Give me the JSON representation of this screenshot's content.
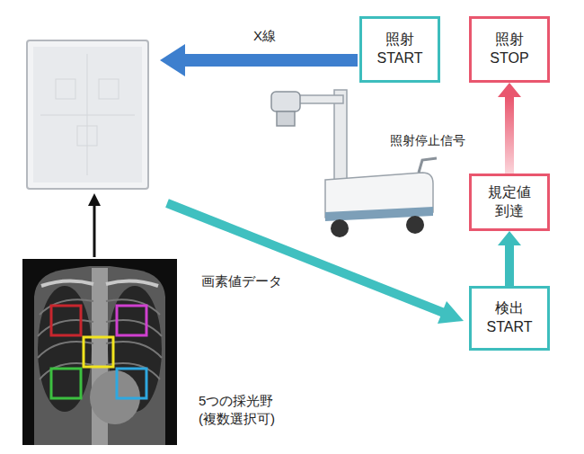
{
  "diagram": {
    "nodes": [
      {
        "text": [
          "照射 START"
        ]
      },
      {
        "text": [
          "照射 STOP"
        ]
      },
      {
        "text": [
          "規定値 到達"
        ]
      },
      {
        "text": [
          "検出 START"
        ]
      }
    ],
    "edges": [
      {
        "from": 3,
        "to": 2,
        "arrow": "to"
      },
      {
        "from": 2,
        "to": 1,
        "label": "照射停止信号",
        "arrow": "to"
      }
    ],
    "labels": [
      "X線",
      "画素値データ",
      "5つの採光野 (複数選択可)"
    ]
  }
}
